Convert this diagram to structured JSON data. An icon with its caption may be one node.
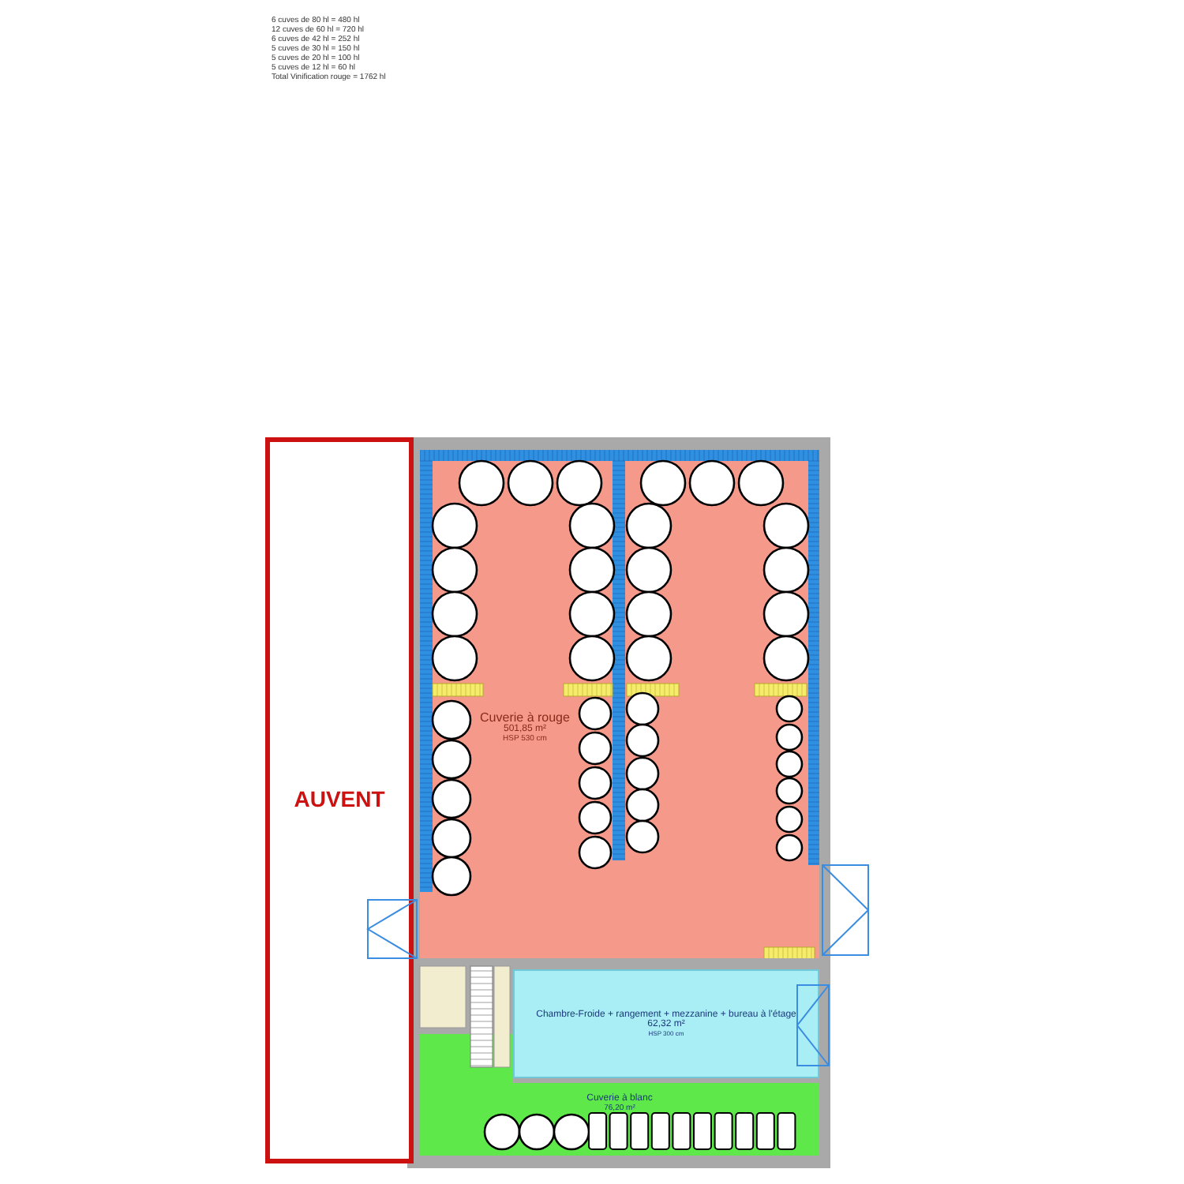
{
  "diagram": {
    "nodes": [
      {
        "text": [
          "AUVENT"
        ]
      },
      {
        "text": [
          "Cuverie à rouge",
          "501,85 m²",
          "HSP 530 cm"
        ]
      },
      {
        "text": [
          "Chambre-Froide + rangement + mezzanine + bureau à l'étage",
          "62,32 m²",
          "HSP 300 cm"
        ]
      },
      {
        "text": [
          "Cuverie à blanc",
          "76,20 m²"
        ]
      }
    ],
    "edges": [],
    "labels": [
      "6 cuves de 80 hl = 480 hl",
      "12 cuves de 60 hl = 720 hl",
      "6 cuves de 42 hl = 252 hl",
      "5 cuves de 30 hl = 150 hl",
      "5 cuves de 20 hl = 100 hl",
      "5 cuves de 12 hl = 60 hl",
      "Total Vinification rouge = 1762 hl"
    ]
  }
}
